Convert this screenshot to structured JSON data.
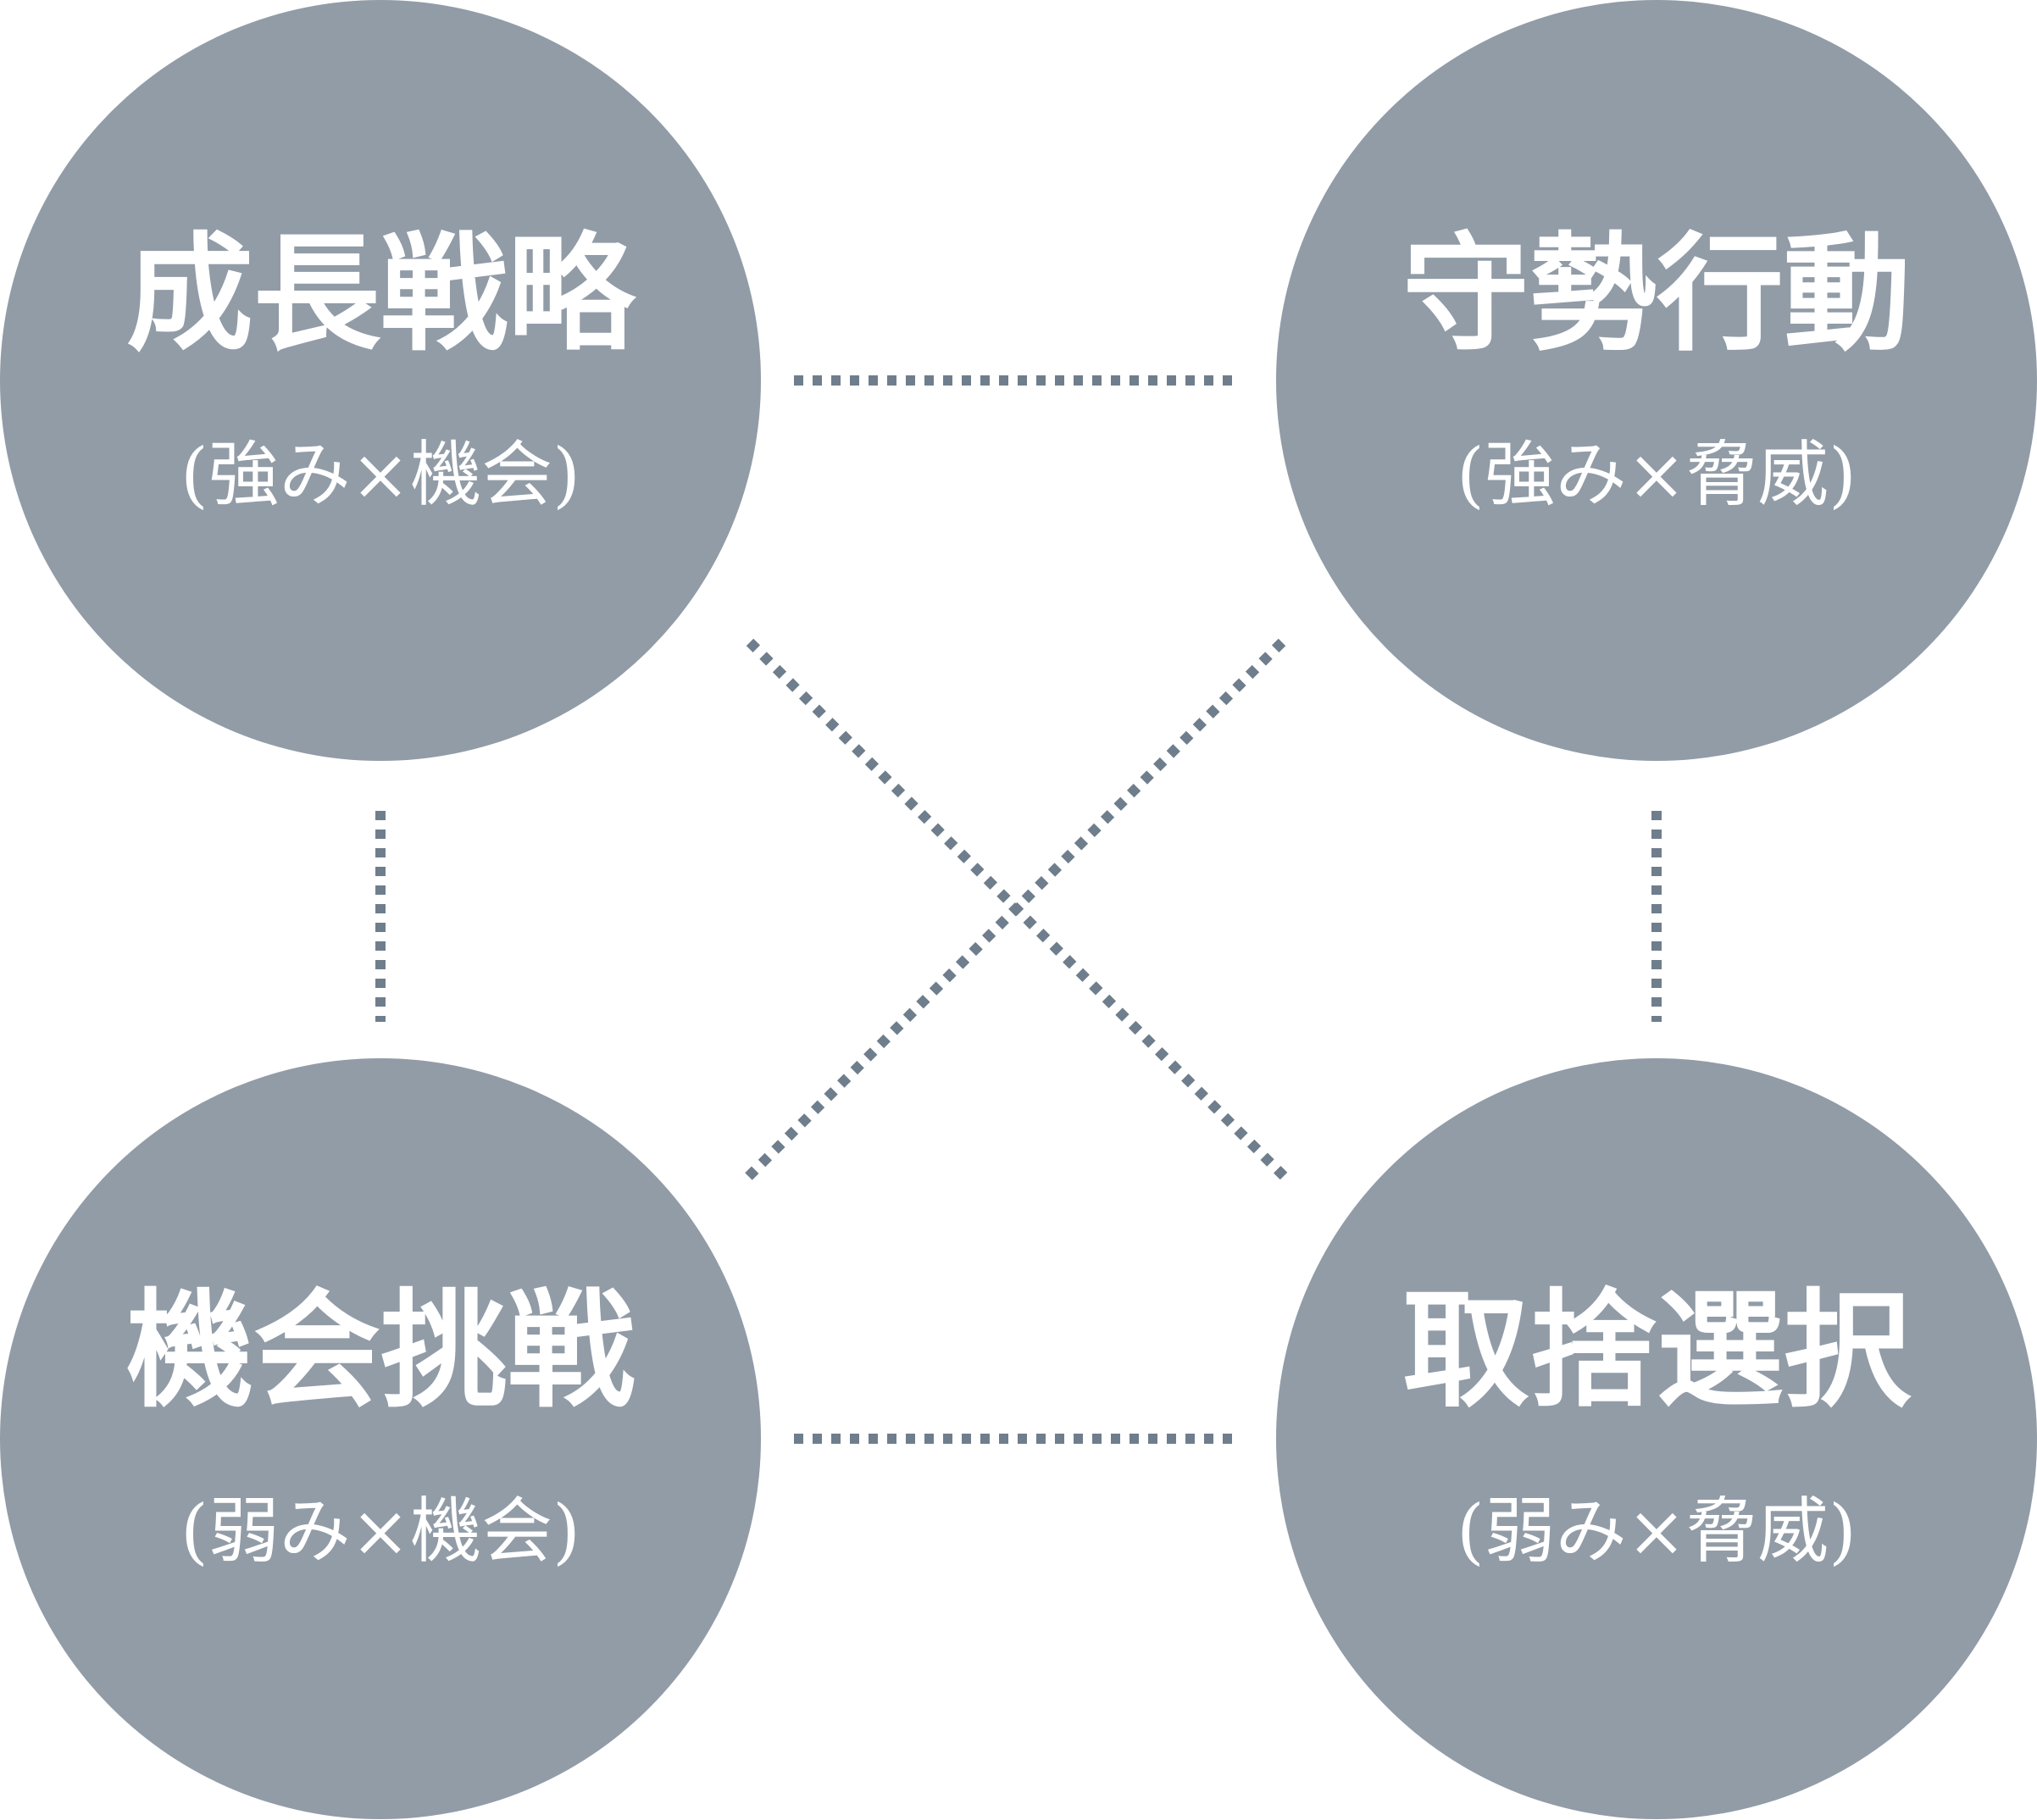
{
  "colors": {
    "node_fill": "#919ca7",
    "connector": "#6f7e8c",
    "text": "#ffffff",
    "background": "#ffffff"
  },
  "nodes": {
    "top_left": {
      "title": "成長戦略",
      "subtitle": "(強み×機会)"
    },
    "top_right": {
      "title": "守勢行動",
      "subtitle": "(強み×脅威)"
    },
    "bottom_left": {
      "title": "機会挑戦",
      "subtitle": "(弱み×機会)"
    },
    "bottom_right": {
      "title": "取捨選択",
      "subtitle": "(弱み×脅威)"
    }
  },
  "connectors": {
    "style": "dotted",
    "links": [
      [
        "top_left",
        "top_right"
      ],
      [
        "bottom_left",
        "bottom_right"
      ],
      [
        "top_left",
        "bottom_left"
      ],
      [
        "top_right",
        "bottom_right"
      ],
      [
        "top_left",
        "bottom_right"
      ],
      [
        "top_right",
        "bottom_left"
      ]
    ]
  }
}
